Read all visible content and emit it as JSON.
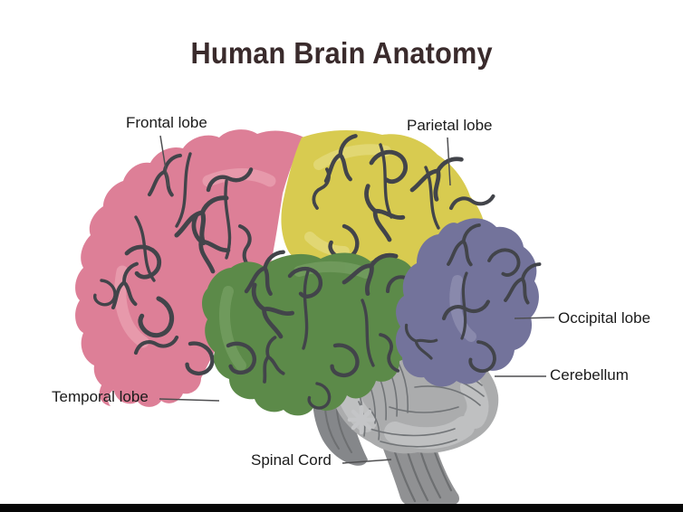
{
  "title": {
    "text": "Human Brain Anatomy"
  },
  "labels": {
    "frontal": "Frontal lobe",
    "parietal": "Parietal lobe",
    "occipital": "Occipital lobe",
    "cerebellum": "Cerebellum",
    "temporal": "Temporal lobe",
    "spinal": "Spinal Cord"
  },
  "colors": {
    "background": "#FFFFFF",
    "title_text": "#3A2B2C",
    "label_text": "#1B1B1B",
    "leader_line": "#4F4F51",
    "frontal": "#DD7F97",
    "frontal_highlight": "#EFAEBC",
    "parietal": "#D8CB50",
    "parietal_highlight": "#E7DF8A",
    "temporal": "#5C8A49",
    "temporal_highlight": "#7FA76B",
    "occipital": "#73739B",
    "occipital_highlight": "#9B9BBA",
    "cerebellum": "#ABACAD",
    "cerebellum_light": "#C4C5C7",
    "cerebellum_lines": "#717477",
    "brainstem": "#85878A",
    "spinal_cord": "#909193",
    "cord_lines": "#6D6F71",
    "sulci": "#42444A",
    "bottom_bar": "#060606"
  }
}
